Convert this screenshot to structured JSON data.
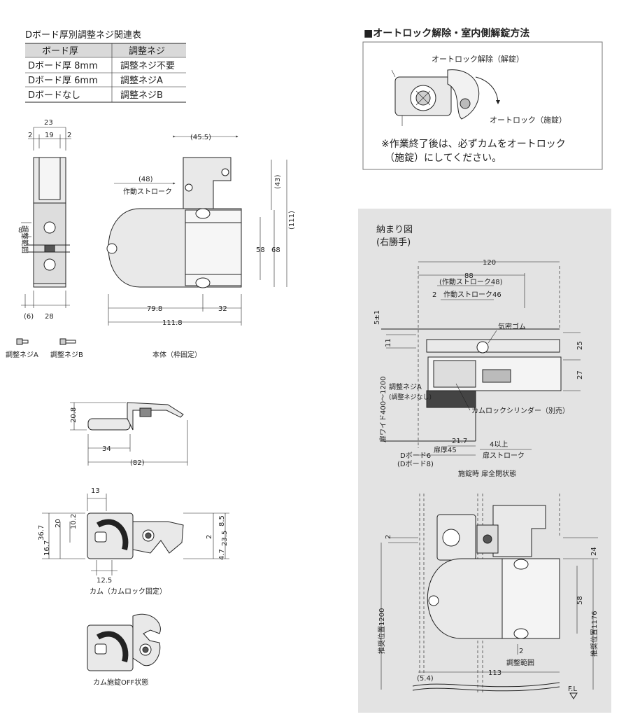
{
  "table": {
    "title": "Dボード厚別調整ネジ関連表",
    "headers": [
      "ボード厚",
      "調整ネジ"
    ],
    "rows": [
      [
        "Dボード厚 8mm",
        "調整ネジ不要"
      ],
      [
        "Dボード厚 6mm",
        "調整ネジA"
      ],
      [
        "Dボードなし",
        "調整ネジB"
      ]
    ]
  },
  "autolock": {
    "title": "■オートロック解除・室内側解錠方法",
    "release_label": "オートロック解除（解錠）",
    "lock_label": "オートロック（施錠）",
    "note_line1": "※作業終了後は、必ずカムをオートロック",
    "note_line2": "（施錠）にしてください。"
  },
  "side_view": {
    "dims": {
      "d23": "23",
      "d2a": "2",
      "d19": "19",
      "d2b": "2",
      "d8": "8",
      "d6": "(6)",
      "d28": "28"
    },
    "adjust_range": "調整範囲"
  },
  "screws": {
    "a": "調整ネジA",
    "b": "調整ネジB"
  },
  "body": {
    "caption": "本体（枠固定）",
    "dims": {
      "d455": "(45.5)",
      "d48": "(48)",
      "stroke": "作動ストローク",
      "d43": "(43)",
      "d111": "(111)",
      "d58": "58",
      "d68": "68",
      "d798": "79.8",
      "d32": "32",
      "d1118": "111.8"
    }
  },
  "cam_side": {
    "dims": {
      "d208": "20.8",
      "d34": "34",
      "d82": "(82)"
    }
  },
  "cam": {
    "caption": "カム（カムロック固定）",
    "dims": {
      "d13": "13",
      "d367": "36.7",
      "d20": "20",
      "d102": "10.2",
      "d167": "16.7",
      "d85": "8.5",
      "d235": "23.5",
      "d47": "4.7",
      "d2": "2",
      "d125": "12.5"
    }
  },
  "cam_off": {
    "caption": "カム施錠OFF状態"
  },
  "install": {
    "title": "納まり図",
    "subtitle": "(右勝手)",
    "top": {
      "d120": "120",
      "d88": "88",
      "stroke48": "(作動ストローク48)",
      "d2": "2",
      "stroke46": "作動ストローク46",
      "d51": "5±1",
      "d11": "11",
      "gasket": "気密ゴム",
      "d25": "25",
      "d27": "27",
      "door_width": "扉ワイド400～1200",
      "screw_a": "調整ネジA",
      "no_screw": "(調整ネジなし)",
      "cylinder": "カムロックシリンダー（別売）",
      "d217": "21.7",
      "door45": "扉厚45",
      "over4": "4以上",
      "door_stroke": "扉ストローク",
      "dboard6": "Dボード6",
      "dboard8": "(Dボード8)",
      "caption": "施錠時 扉全閉状態"
    },
    "bottom": {
      "d2": "2",
      "d24": "24",
      "d58": "58",
      "pos1200": "推奨位置1200",
      "pos1176": "推奨位置1176",
      "adj2": "2",
      "adj_range": "調整範囲",
      "d54": "(5.4)",
      "d113": "113",
      "fl": "F.L"
    }
  }
}
